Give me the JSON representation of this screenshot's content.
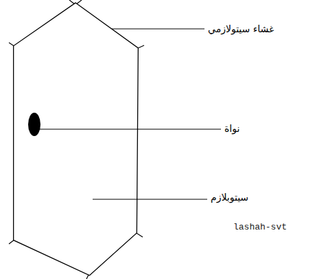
{
  "diagram": {
    "labels": [
      "غشاء سيتولازمي",
      "نواة",
      "سيتوبلازم",
      "lashah-svt"
    ]
  }
}
